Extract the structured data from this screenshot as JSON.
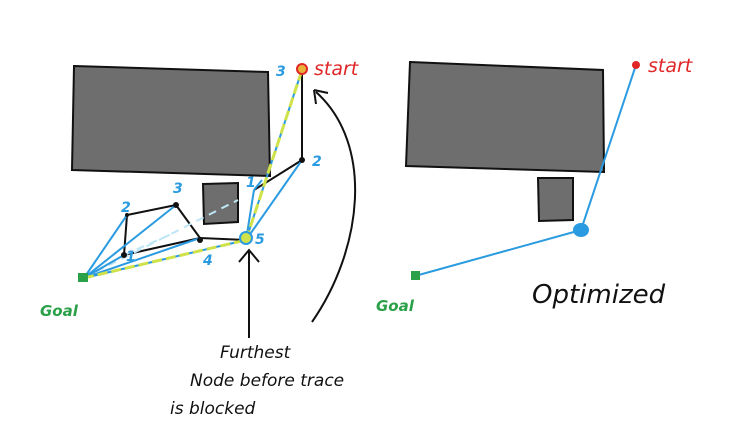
{
  "colors": {
    "obstacle": "#6e6e6e",
    "obstacle_edge": "#111111",
    "path_blue": "#2a9be0",
    "node_label_blue": "#2a9be0",
    "start_red": "#e02626",
    "goal_green": "#2aa048",
    "trace_yellow": "#cfe24a",
    "trace_dash": "#bfe6f5",
    "ink": "#111111"
  },
  "left_panel": {
    "start_label": "start",
    "goal_label": "Goal",
    "start_node_number": "3",
    "node_numbers": [
      "2",
      "3",
      "1",
      "4",
      "1",
      "2",
      "5"
    ],
    "annotation_line1": "Furthest",
    "annotation_line2": "Node before trace",
    "annotation_line3": "is blocked"
  },
  "right_panel": {
    "start_label": "start",
    "goal_label": "Goal",
    "caption": "Optimized"
  }
}
